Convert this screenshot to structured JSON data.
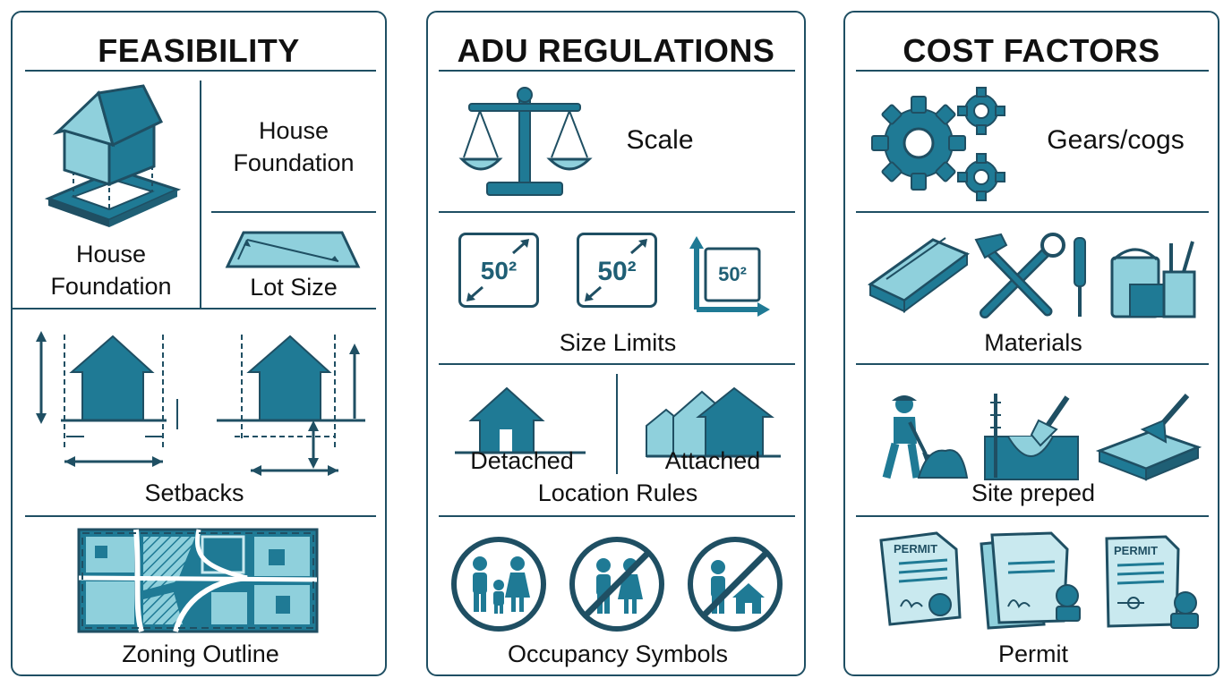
{
  "panels": [
    {
      "title": "FEASIBILITY",
      "items": {
        "house_foundation_left": "House\nFoundation",
        "house_foundation_right": "House\nFoundation",
        "lot_size": "Lot Size",
        "setbacks": "Setbacks",
        "zoning_outline": "Zoning Outline"
      }
    },
    {
      "title": "ADU REGULATIONS",
      "items": {
        "scale": "Scale",
        "size_tile": "50²",
        "size_limits": "Size Limits",
        "detached": "Detached",
        "attached": "Attached",
        "location_rules": "Location Rules",
        "occupancy_symbols": "Occupancy Symbols"
      }
    },
    {
      "title": "COST FACTORS",
      "items": {
        "gears": "Gears/cogs",
        "materials": "Materials",
        "site_preped": "Site preped",
        "permit_doc": "PERMIT",
        "permit": "Permit"
      }
    }
  ],
  "colors": {
    "primary": "#1f7a95",
    "dark": "#1f4f63",
    "light": "#8fd0dc",
    "pale": "#c9e9ef"
  }
}
